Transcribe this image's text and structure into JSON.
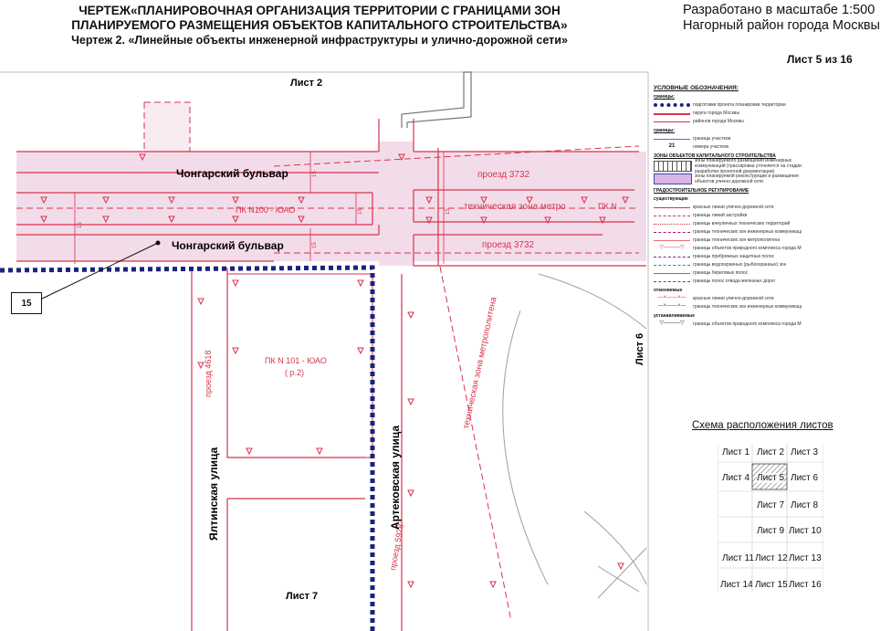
{
  "header": {
    "title_line1": "ЧЕРТЕЖ«ПЛАНИРОВОЧНАЯ ОРГАНИЗАЦИЯ ТЕРРИТОРИИ С ГРАНИЦАМИ ЗОН",
    "title_line2": "ПЛАНИРУЕМОГО РАЗМЕЩЕНИЯ ОБЪЕКТОВ КАПИТАЛЬНОГО СТРОИТЕЛЬСТВА»",
    "subtitle": "Чертеж 2. «Линейные объекты инженерной инфраструктуры и улично-дорожной сети»",
    "scale": "Разработано в масштабе 1:500",
    "district": "Нагорный район города Москвы",
    "sheet": "Лист 5 из 16"
  },
  "map": {
    "sheet_top": "Лист 2",
    "sheet_bottom": "Лист 7",
    "sheet_right": "Лист 6",
    "street_boulevard_upper": "Чонгарский бульвар",
    "street_boulevard_lower": "Чонгарский бульвар",
    "street_yalta": "Ялтинская улица",
    "street_artek": "Артековская улица",
    "passage_3732_upper": "проезд 3732",
    "passage_3732_lower": "проезд 3732",
    "metro_zone_label": "техническая зона метро",
    "metro_zone_diagonal": "техническая зона метрополитена",
    "pk_100": "ПК N100 - ЮАО",
    "pk_n_right": "ПК N",
    "pk_101_line1": "ПК N 101 - ЮАО",
    "pk_101_line2": "( р.2)",
    "passage_4618": "проезд 4618",
    "passage_5928": "проезд 5928",
    "dim_15a": "15",
    "dim_15b": "15",
    "dim_15c": "15",
    "dim_15d": "15",
    "dim_15e": "15",
    "callout_number": "15"
  },
  "legend": {
    "title": "УСЛОВНЫЕ ОБОЗНАЧЕНИЯ:",
    "section_boundaries": "границы:",
    "item_project_boundary": "подготовки проекта планировки территории",
    "item_district_boundary": "округа города Москвы",
    "item_region_boundary": "районов города Москвы",
    "section_borders": "границы:",
    "item_plots": "границы участков",
    "plot_number_sym": "21",
    "item_plot_number": "номера участков",
    "section_zones": "ЗОНЫ ОБЪЕКТОВ КАПИТАЛЬНОГО СТРОИТЕЛЬСТВА",
    "item_zone_engineering": "зоны планируемого размещения инженерных коммуникаций (трассировка уточняется на стадии разработки проектной документации)",
    "item_zone_roads": "зоны планируемой реконструкции и размещения объектов улично-дорожной сети",
    "section_regulation": "ГРАДОСТРОИТЕЛЬНОЕ РЕГУЛИРОВАНИЕ",
    "section_existing": "существующие",
    "item_red_lines": "красные линии улично-дорожной сети",
    "item_building_lines": "границы линий застройки",
    "item_tech_zones": "границы внеуличных технических территорий",
    "item_eng_zones": "границы технических зон инженерных коммуникаций и сооружений",
    "item_metro_zones": "границы технических зон метрополитена",
    "item_nature": "границы объектов природного комплекса города Москвы",
    "item_protection": "границы прибрежных защитных полос",
    "item_water": "границы водоохранных (рыбоохранных) зон",
    "item_shore": "границы береговых полос",
    "item_rail": "границы полос отвода железных дорог",
    "section_planned": "отменяемые",
    "item_red_planned": "красные линии улично-дорожной сети",
    "item_tech_planned": "границы технических зон инженерных коммуникаций и сооружений",
    "section_established": "устанавливаемые",
    "item_nature_planned": "границы объектов природного комплекса города Москвы"
  },
  "scheme": {
    "title": "Схема расположения листов",
    "cells": [
      "Лист 1",
      "Лист 2",
      "Лист 3",
      "Лист 4",
      "Лист 5",
      "Лист 6",
      "Лист 7",
      "Лист 8",
      "Лист 9",
      "Лист 10",
      "Лист 11",
      "Лист 12",
      "Лист 13",
      "Лист 14",
      "Лист 15",
      "Лист 16"
    ]
  },
  "colors": {
    "road_zone_fill": "#f3dcea",
    "red_line": "#d8324c",
    "boundary_blue": "#1a237e",
    "grey_line": "#9e9e9e"
  }
}
